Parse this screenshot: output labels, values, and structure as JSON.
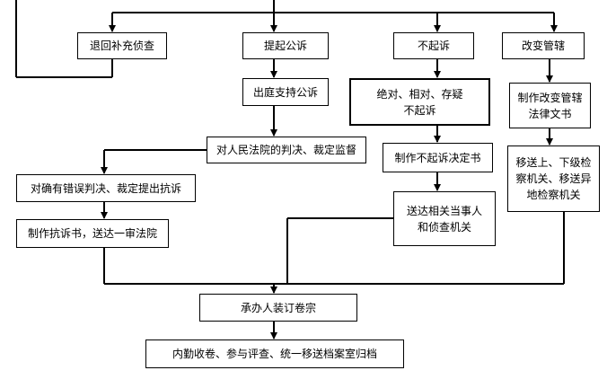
{
  "nodes": {
    "return_supplementary": "退回补充侦查",
    "initiate_prosecution": "提起公诉",
    "no_prosecution": "不起诉",
    "change_jurisdiction": "改变管辖",
    "appear_support": "出庭支持公诉",
    "absolute_relative_doubt": "绝对、相对、存疑\n不起诉",
    "change_jurisdiction_doc": "制作改变管辖\n法律文书",
    "court_supervision": "对人民法院的判决、裁定监督",
    "make_no_prosecution_doc": "制作不起诉决定书",
    "transfer_procuratorate": "移送上、下级检\n察机关、移送异\n地检察机关",
    "protest_erroneous": "对确有错误判决、裁定提出抗诉",
    "deliver_parties": "送达相关当事人\n和侦查机关",
    "make_protest_doc": "制作抗诉书，送达一审法院",
    "bind_files": "承办人装订卷宗",
    "archive": "内勤收卷、参与评查、统一移送档案室归档"
  }
}
